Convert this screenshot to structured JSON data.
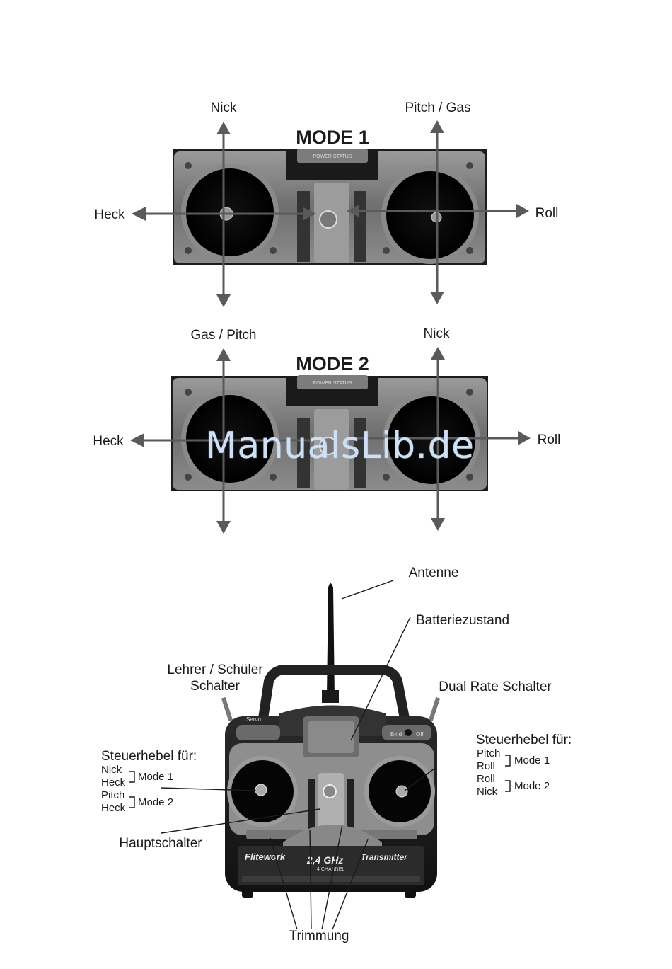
{
  "mode1": {
    "title": "MODE 1",
    "left_up": "Nick",
    "right_up": "Pitch / Gas",
    "left_side": "Heck",
    "right_side": "Roll",
    "panel_text": "POWER STATUS"
  },
  "mode2": {
    "title": "MODE 2",
    "left_up": "Gas / Pitch",
    "right_up": "Nick",
    "left_side": "Heck",
    "right_side": "Roll",
    "panel_text": "POWER STATUS"
  },
  "watermark": "ManualsLib.de",
  "transmitter": {
    "antenna": "Antenne",
    "battery": "Batteriezustand",
    "trainer_line1": "Lehrer / Schüler",
    "trainer_line2": "Schalter",
    "dual_rate": "Dual Rate Schalter",
    "stick_left_title": "Steuerhebel für:",
    "stick_left_m1_a": "Nick",
    "stick_left_m1_b": "Heck",
    "stick_left_m1_label": "Mode 1",
    "stick_left_m2_a": "Pitch",
    "stick_left_m2_b": "Heck",
    "stick_left_m2_label": "Mode 2",
    "stick_right_title": "Steuerhebel für:",
    "stick_right_m1_a": "Pitch",
    "stick_right_m1_b": "Roll",
    "stick_right_m1_label": "Mode 1",
    "stick_right_m2_a": "Roll",
    "stick_right_m2_b": "Nick",
    "stick_right_m2_label": "Mode 2",
    "main_switch": "Hauptschalter",
    "trim": "Trimmung",
    "brand": "Flitework",
    "freq": "2,4 GHz",
    "channels": "4 CHANNEL",
    "kind": "Transmitter",
    "servo_label": "Servo",
    "bind_label": "Bind",
    "off_label": "Off"
  }
}
